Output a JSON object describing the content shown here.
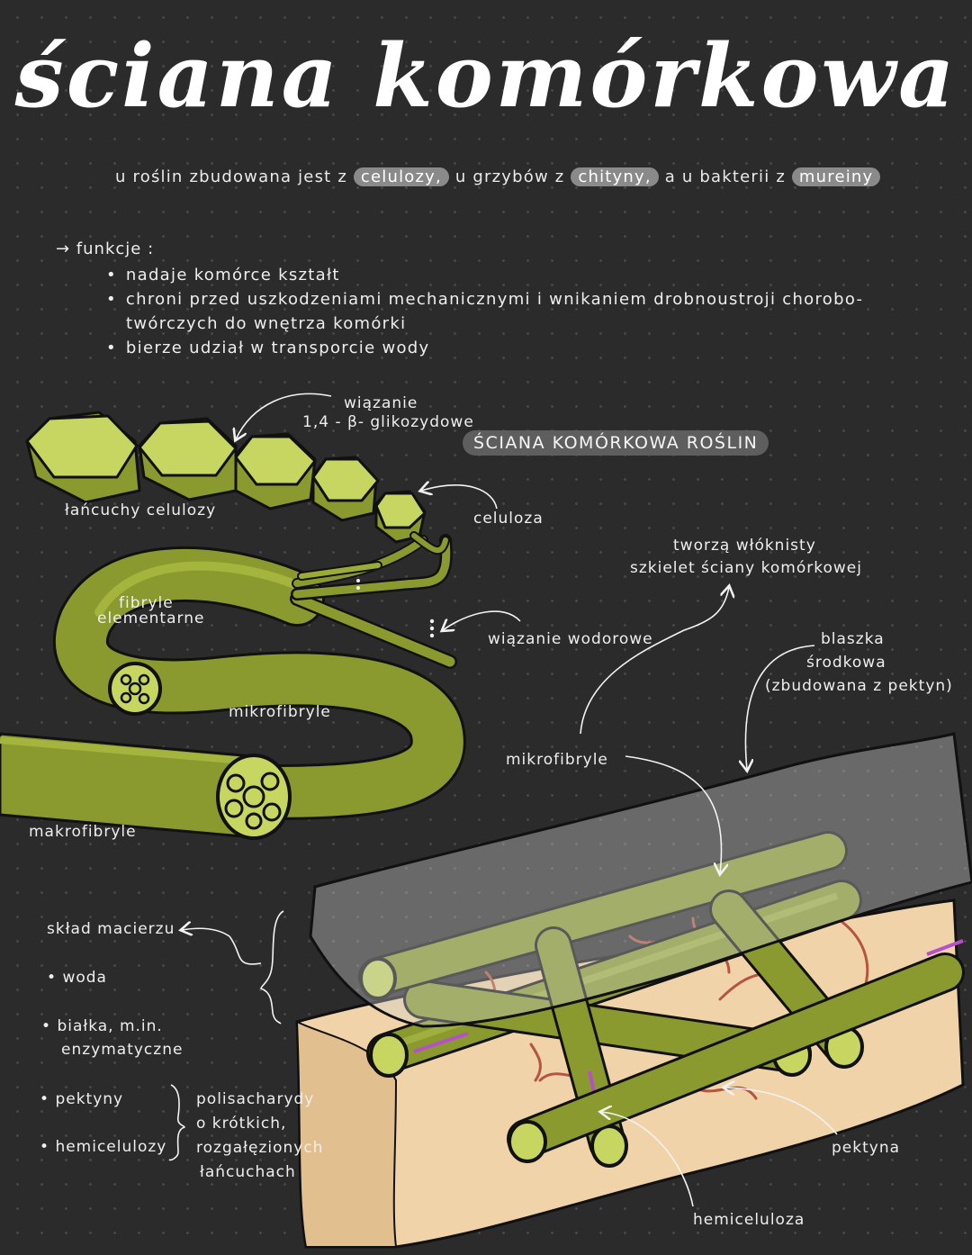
{
  "title": "ściana komórkowa",
  "intro": {
    "part1": "u roślin zbudowana jest z",
    "cellulose": "celulozy,",
    "part2": "u grzybów z",
    "chitin": "chityny,",
    "part3": "a u bakterii z",
    "murein": "mureiny"
  },
  "functions": {
    "header": "→ funkcje :",
    "items": [
      "nadaje komórce kształt",
      "chroni przed uszkodzeniami mechanicznymi i wnikaniem drobnoustroji chorobo-",
      "twórczych do wnętrza komórki",
      "bierze udział w transporcie wody"
    ]
  },
  "section_label": "ŚCIANA KOMÓRKOWA ROŚLIN",
  "labels": {
    "glycosidic": "wiązanie",
    "glycosidic2": "1,4 - β- glikozydowe",
    "chains": "łańcuchy celulozy",
    "cellulose": "celuloza",
    "fibrils": "fibryle",
    "fibrils2": "elementarne",
    "hydrogen": "wiązanie wodorowe",
    "skeleton1": "tworzą włóknisty",
    "skeleton2": "szkielet ściany komórkowej",
    "lamella1": "blaszka",
    "lamella2": "środkowa",
    "lamella3": "(zbudowana z pektyn)",
    "microfibrils": "mikrofibryle",
    "microfibrils2": "mikrofibryle",
    "macrofibrils": "makrofibryle",
    "matrix": "skład macierzu",
    "water": "woda",
    "proteins1": "białka, m.in.",
    "proteins2": "enzymatyczne",
    "pectins": "pektyny",
    "hemicelluloses": "hemicelulozy",
    "poly1": "polisacharydy",
    "poly2": "o krótkich,",
    "poly3": "rozgałęzionych",
    "poly4": "łańcuchach",
    "pectin": "pektyna",
    "hemicellulose": "hemiceluloza"
  },
  "colors": {
    "background": "#2b2b2b",
    "green_light": "#c6d660",
    "green_dark": "#8a9a2e",
    "base": "#f0d3a8",
    "highlight": "#8a8a8a"
  }
}
